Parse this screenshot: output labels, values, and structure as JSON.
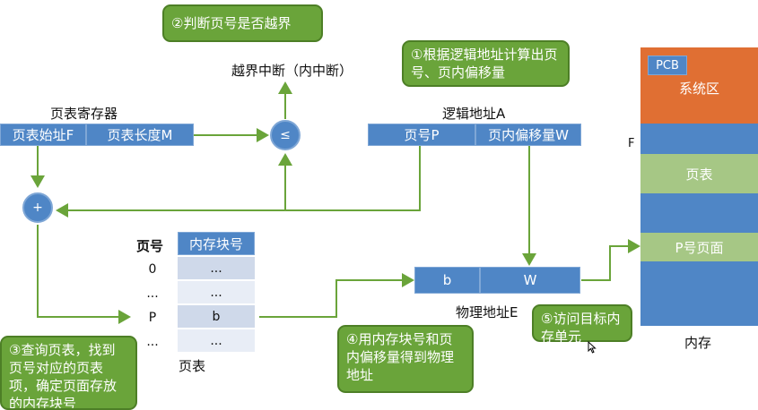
{
  "overflow": {
    "label": "越界中断（内中断）"
  },
  "page_table_register": {
    "title": "页表寄存器",
    "start": "页表始址F",
    "length": "页表长度M"
  },
  "compare_symbol": "≤",
  "add_symbol": "+",
  "logical_address": {
    "title": "逻辑地址A",
    "page": "页号P",
    "offset": "页内偏移量W"
  },
  "physical_address": {
    "title": "物理地址E",
    "b": "b",
    "w": "W"
  },
  "page_table": {
    "col_page": "页号",
    "col_block": "内存块号",
    "caption": "页表",
    "rows": [
      {
        "page": "0",
        "block": "..."
      },
      {
        "page": "...",
        "block": "..."
      },
      {
        "page": "P",
        "block": "b"
      },
      {
        "page": "...",
        "block": "..."
      }
    ]
  },
  "memory": {
    "f_label": "F",
    "pcb": "PCB",
    "system_area": "系统区",
    "page_table": "页表",
    "page_p": "P号页面",
    "caption": "内存"
  },
  "steps": {
    "s1": "①根据逻辑地址计算出页号、页内偏移量",
    "s2": "②判断页号是否越界",
    "s3": "③查询页表，找到页号对应的页表项，确定页面存放的内存块号",
    "s4": "④用内存块号和页内偏移量得到物理地址",
    "s5": "⑤访问目标内存单元"
  },
  "colors": {
    "blue": "#4f86c6",
    "green": "#6aa43a",
    "orange": "#e06f33",
    "light_green": "#a6c785",
    "arrow": "#6aa43a"
  }
}
